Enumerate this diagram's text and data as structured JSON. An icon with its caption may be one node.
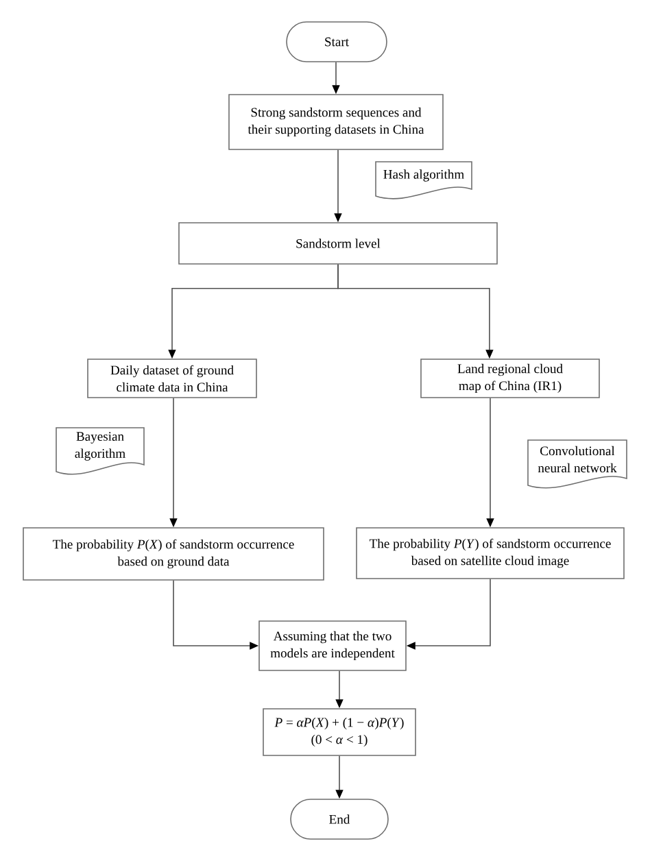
{
  "diagram": {
    "nodes": [
      {
        "text": [
          "Start"
        ]
      },
      {
        "text": [
          "Strong sandstorm sequences and their supporting datasets in China"
        ]
      },
      {
        "text": [
          "Hash algorithm"
        ]
      },
      {
        "text": [
          "Sandstorm level"
        ]
      },
      {
        "text": [
          "Daily dataset of ground climate data in China"
        ]
      },
      {
        "text": [
          "Land regional cloud map of China (IR1)"
        ]
      },
      {
        "text": [
          "Bayesian algorithm"
        ]
      },
      {
        "text": [
          "Convolutional neural network"
        ]
      },
      {
        "text": [
          "The probability *P*(*X*) of sandstorm occurrence based on ground data"
        ]
      },
      {
        "text": [
          "The probability *P*(*Y*) of sandstorm occurrence based on satellite cloud image"
        ]
      },
      {
        "text": [
          "Assuming that the two models are independent"
        ]
      },
      {
        "text": [
          "*P* = *αP*(*X*) + (1 − *α*)*P*(*Y*)",
          "(0 < *α* < 1)"
        ]
      },
      {
        "text": [
          "End"
        ]
      }
    ],
    "edges": [
      {
        "from": 0,
        "to": 1,
        "arrow": "to"
      },
      {
        "from": 1,
        "to": 3,
        "arrow": "to"
      },
      {
        "from": 3,
        "to": 4,
        "arrow": "to"
      },
      {
        "from": 3,
        "to": 5,
        "arrow": "to"
      },
      {
        "from": 4,
        "to": 8,
        "arrow": "to"
      },
      {
        "from": 5,
        "to": 9,
        "arrow": "to"
      },
      {
        "from": 8,
        "to": 10,
        "arrow": "to"
      },
      {
        "from": 9,
        "to": 10,
        "arrow": "to"
      },
      {
        "from": 10,
        "to": 11,
        "arrow": "to"
      },
      {
        "from": 11,
        "to": 12,
        "arrow": "to"
      }
    ]
  }
}
